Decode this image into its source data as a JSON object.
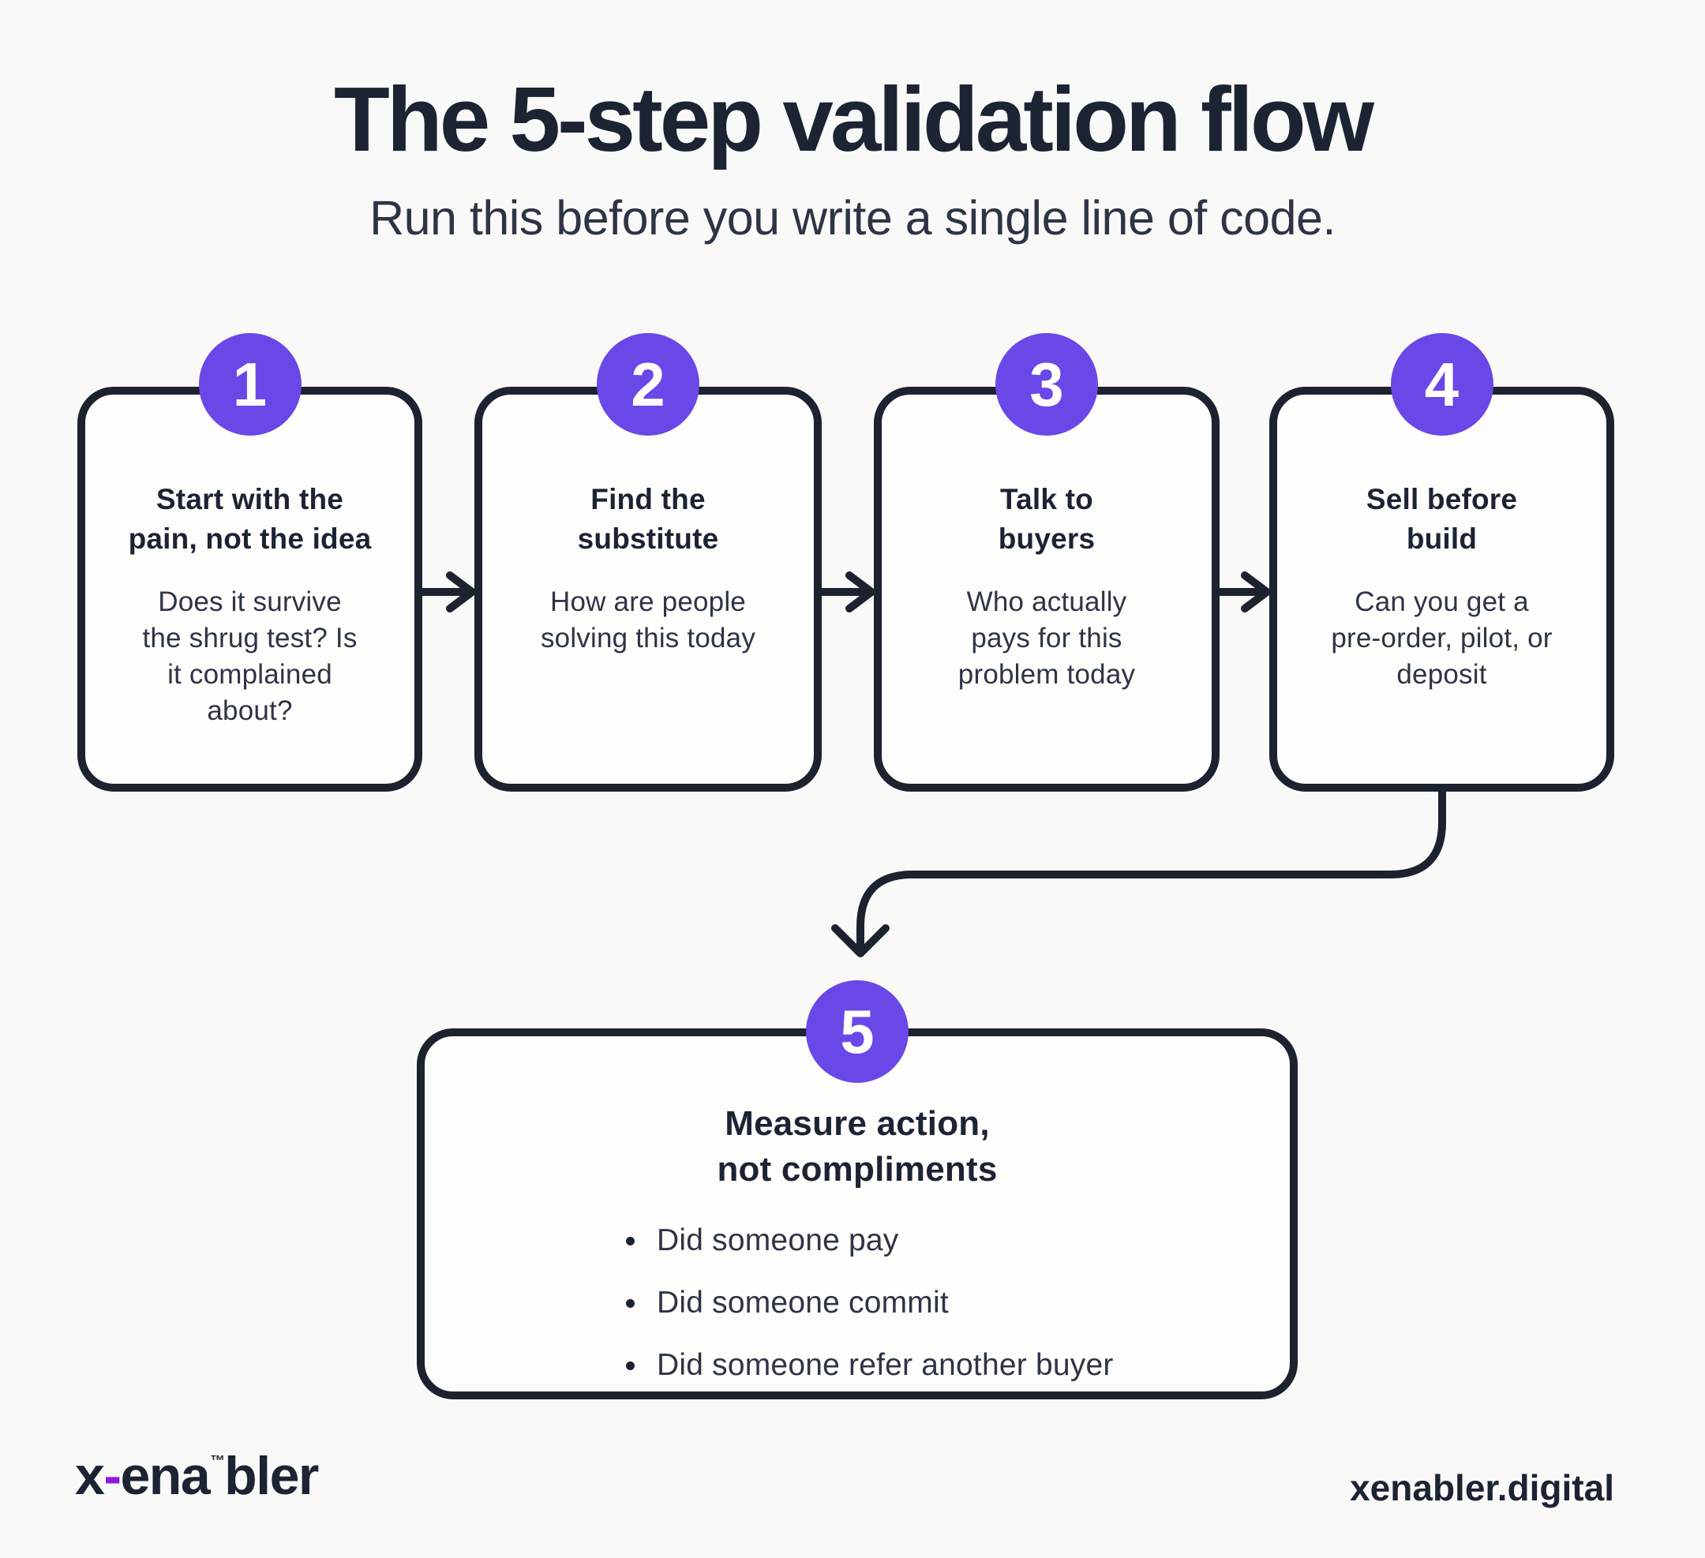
{
  "colors": {
    "bg": "#F9F9F7",
    "card": "#FDFDFC",
    "line": "#1C222E",
    "ink": "#1C2433",
    "ink-soft": "#2D3545",
    "accent": "#6A48E8",
    "badge-text": "#FFFFFF",
    "logo-purple": "#8E17E6"
  },
  "header": {
    "title": "The 5-step validation flow",
    "subtitle": "Run this before you write a single line of code."
  },
  "steps": [
    {
      "number": "1",
      "title": "Start with the\npain, not the idea",
      "body": "Does it survive\nthe shrug test? Is\nit complained\nabout?"
    },
    {
      "number": "2",
      "title": "Find the\nsubstitute",
      "body": "How are people\nsolving this today"
    },
    {
      "number": "3",
      "title": "Talk to\nbuyers",
      "body": "Who actually\npays for this\nproblem today"
    },
    {
      "number": "4",
      "title": "Sell before\nbuild",
      "body": "Can you get a\npre-order, pilot, or\ndeposit"
    }
  ],
  "step5": {
    "number": "5",
    "title": "Measure action,\nnot compliments",
    "bullets": [
      "Did someone pay",
      "Did someone commit",
      "Did someone refer another buyer"
    ]
  },
  "footer": {
    "logo": {
      "seg_x": "x",
      "seg_hyphen": "-",
      "seg_ena": "ena",
      "trademark": "™",
      "seg_bler": "bler"
    },
    "website": "xenabler.digital"
  }
}
